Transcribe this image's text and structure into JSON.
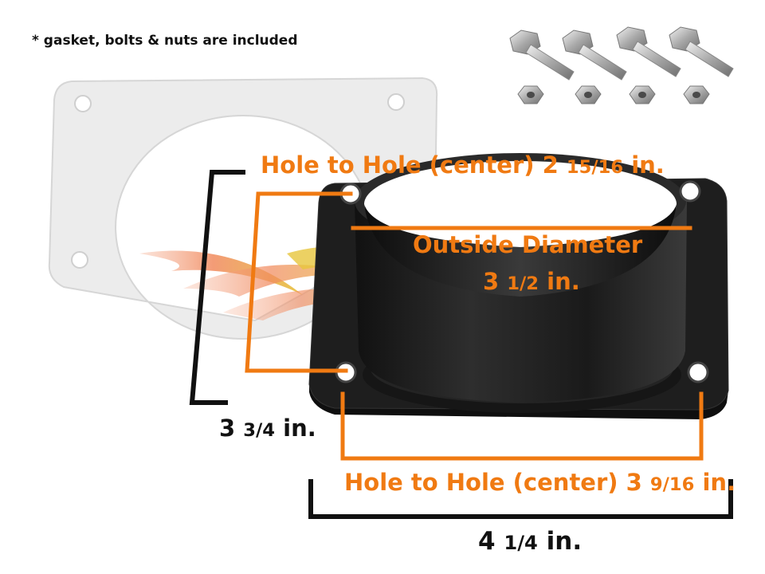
{
  "note": "* gasket, bolts & nuts are included",
  "colors": {
    "dimension_orange": "#f07a12",
    "dimension_black": "#111111",
    "flange": "#1b1b1b",
    "gasket": "#e9e9e9"
  },
  "dimensions": {
    "hole_to_hole_top": {
      "text": "Hole to Hole (center) 2",
      "frac": "15/16",
      "unit": "in."
    },
    "outside_diameter": {
      "line1": "Outside Diameter",
      "whole": "3",
      "frac": "1/2",
      "unit": "in."
    },
    "overall_height": {
      "whole": "3",
      "frac": "3/4",
      "unit": "in."
    },
    "hole_to_hole_bottom": {
      "text": "Hole to Hole (center) 3",
      "frac": "9/16",
      "unit": "in."
    },
    "overall_width": {
      "whole": "4",
      "frac": "1/4",
      "unit": "in."
    }
  },
  "hardware": {
    "bolts": 4,
    "nuts": 4
  }
}
